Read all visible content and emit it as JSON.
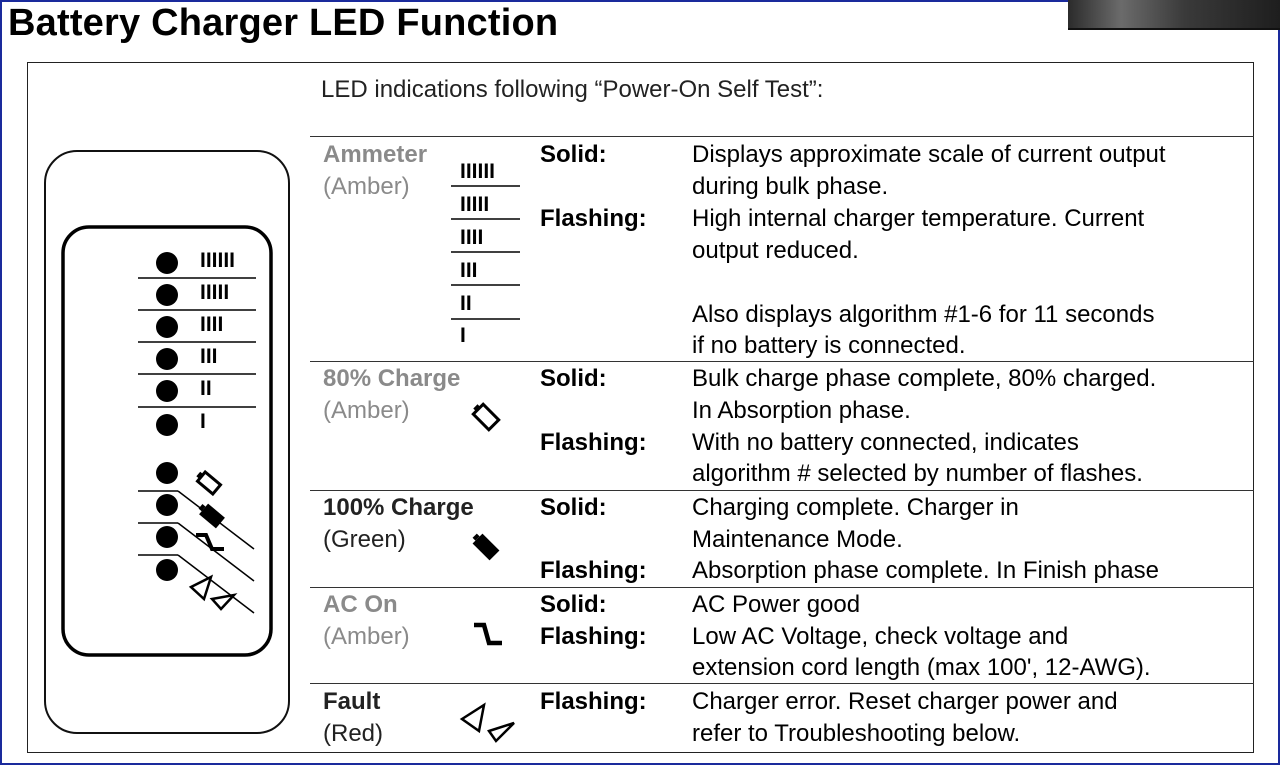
{
  "page_title": "Battery Charger LED Function",
  "panel": {
    "heading": "LED indications following “Power-On Self Test”:",
    "icons": {
      "ammeter_bars": [
        "IIIIII",
        "IIIII",
        "IIII",
        "III",
        "II",
        "I"
      ],
      "eighty": "battery-outline-icon",
      "hundred": "battery-filled-icon",
      "ac_on": "ac-plug-icon",
      "fault": "fault-triangles-icon"
    },
    "rows": [
      {
        "name": "Ammeter",
        "color": "(Amber)",
        "states": [
          {
            "label": "Solid:",
            "lines": [
              "Displays approximate scale of current output",
              "during bulk phase."
            ]
          },
          {
            "label": "Flashing:",
            "lines": [
              "High internal charger temperature.  Current",
              "output reduced.",
              "",
              "Also displays algorithm #1-6 for 11 seconds",
              "if no battery is connected."
            ]
          }
        ]
      },
      {
        "name": "80% Charge",
        "color": "(Amber)",
        "states": [
          {
            "label": "Solid:",
            "lines": [
              "Bulk charge phase complete, 80% charged.",
              "In Absorption phase."
            ]
          },
          {
            "label": "Flashing:",
            "lines": [
              "With no battery connected, indicates",
              "algorithm # selected by number of flashes."
            ]
          }
        ]
      },
      {
        "name": "100% Charge",
        "color": "(Green)",
        "states": [
          {
            "label": "Solid:",
            "lines": [
              "Charging complete.  Charger in",
              "Maintenance Mode."
            ]
          },
          {
            "label": "Flashing:",
            "lines": [
              "Absorption phase complete. In Finish phase"
            ]
          }
        ]
      },
      {
        "name": "AC On",
        "color": "(Amber)",
        "states": [
          {
            "label": "Solid:",
            "lines": [
              "AC Power good"
            ]
          },
          {
            "label": "Flashing:",
            "lines": [
              "Low AC Voltage, check voltage and",
              "extension cord length (max 100', 12-AWG)."
            ]
          }
        ]
      },
      {
        "name": "Fault",
        "color": "(Red)",
        "states": [
          {
            "label": "Flashing:",
            "lines": [
              "Charger error.  Reset charger power and",
              "refer to Troubleshooting below."
            ]
          }
        ]
      }
    ]
  },
  "led_panel": {
    "bar_labels": [
      "IIIIII",
      "IIIII",
      "IIII",
      "III",
      "II",
      "I"
    ]
  }
}
